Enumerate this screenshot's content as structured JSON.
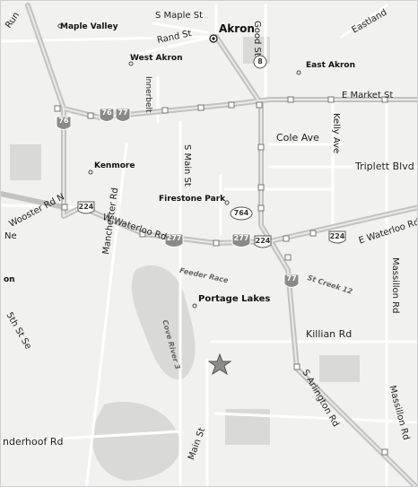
{
  "places": {
    "akron": "Akron",
    "west_akron": "West Akron",
    "east_akron": "East Akron",
    "kenmore": "Kenmore",
    "firestone_park": "Firestone Park",
    "portage_lakes": "Portage Lakes",
    "maple_valley": "Maple Valley"
  },
  "streets": {
    "run": "Run",
    "s_maple_st": "S Maple St",
    "rand_st": "Rand St",
    "good_st": "Good St",
    "eastland": "Eastland",
    "innerbelt": "Innerbelt",
    "e_market_st": "E Market St",
    "s_main_st": "S Main St",
    "cole_ave": "Cole Ave",
    "kelly_ave": "Kelly Ave",
    "triplett_blvd": "Triplett Blvd",
    "wooster_rd_n": "Wooster Rd N",
    "w_waterloo_rd": "W Waterloo Rd",
    "e_waterloo_rd": "E Waterloo Rd",
    "manchester_rd": "Manchester Rd",
    "massillon_rd_upper": "Massillon Rd",
    "massillon_rd_lower": "Massillon Rd",
    "killian_rd": "Killian Rd",
    "s_arlington_rd": "S Arlington Rd",
    "fifth_st_se": "5th St Se",
    "nderhoof_rd": "nderhoof Rd",
    "main_st": "Main St",
    "on": "on",
    "ne": "Ne"
  },
  "water": {
    "feeder_race": "Feeder Race",
    "st_creek_12": "St Creek 12",
    "cove_river_3": "Cove River 3"
  },
  "shields": {
    "i76_left": "76",
    "i76_mid": "76",
    "i77_top": "77",
    "us224_left": "224",
    "i277_a": "277",
    "i277_b": "277",
    "us224_mid": "224",
    "us224_right": "224",
    "sr764": "764",
    "sr8": "8",
    "i77_south": "77"
  },
  "marker": {
    "type": "star-icon",
    "color": "#8c8c8c"
  },
  "colors": {
    "background": "#f1f1ef",
    "freeway": "#bdbdbd",
    "road": "#ffffff",
    "park": "#dcdcdc"
  }
}
